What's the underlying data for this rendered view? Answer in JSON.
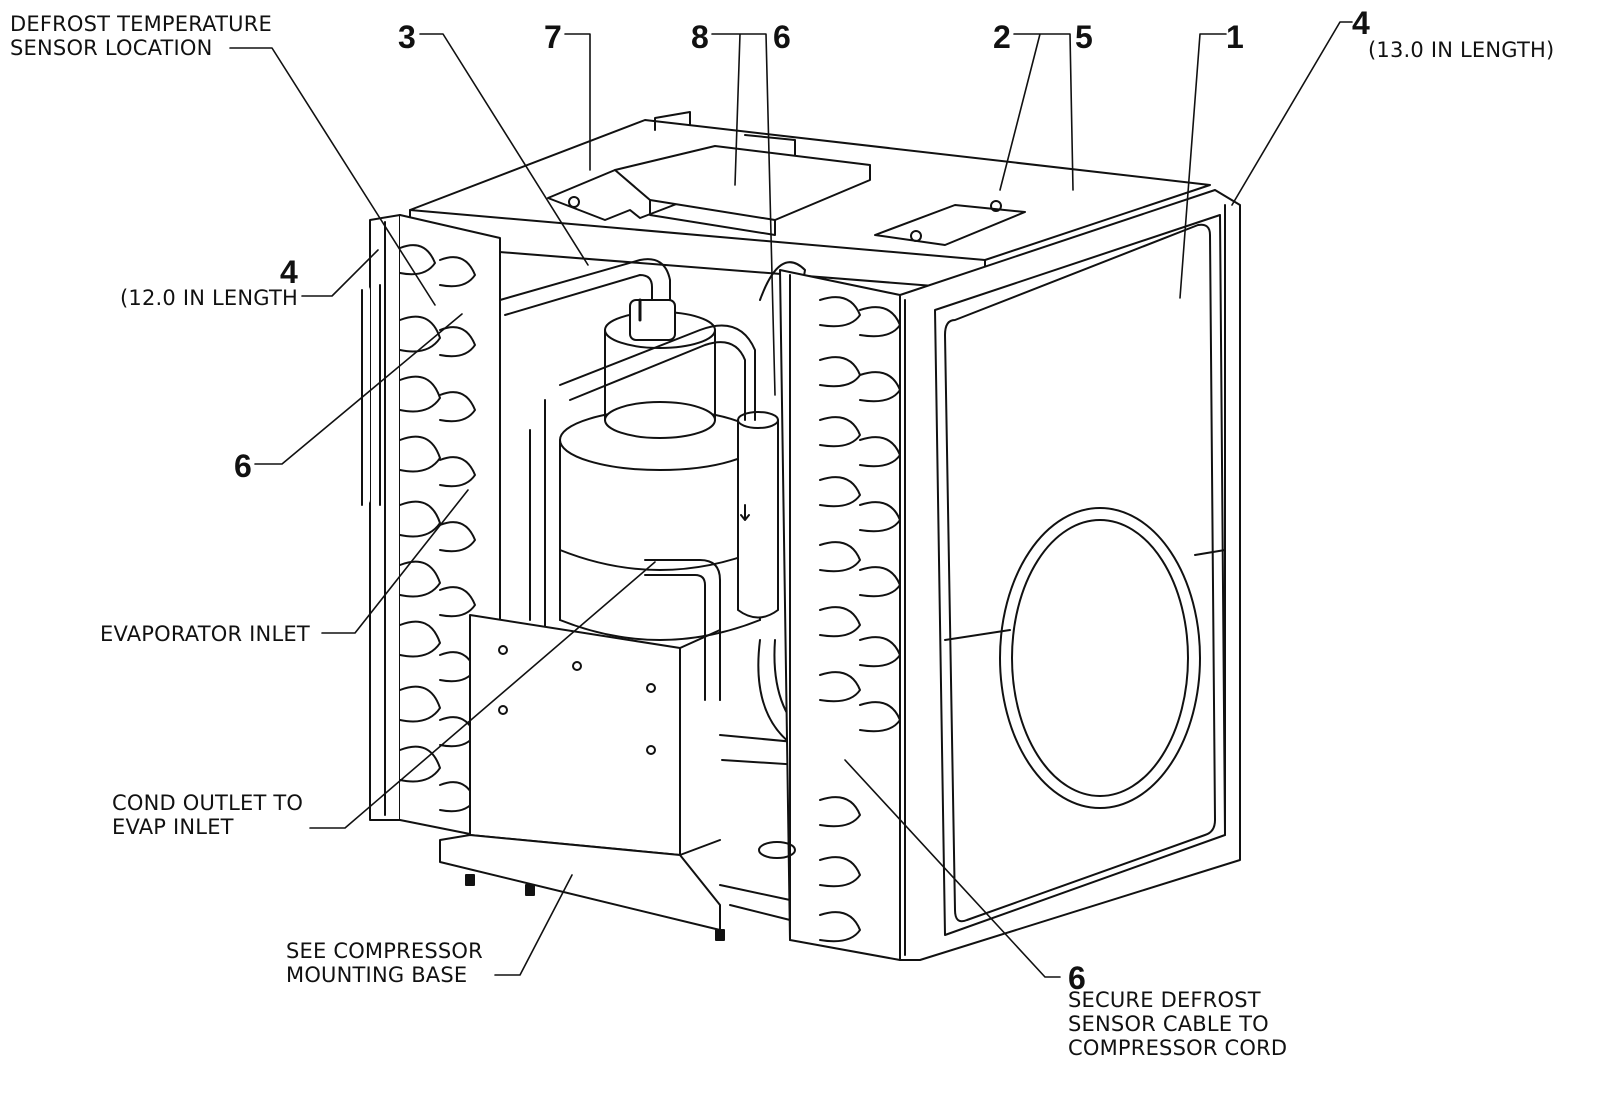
{
  "callouts": {
    "c1": "1",
    "c2": "2",
    "c3": "3",
    "c4_right": "4",
    "c4_left": "4",
    "c5": "5",
    "c6_top": "6",
    "c6_left": "6",
    "c6_bottom": "6",
    "c7": "7",
    "c8": "8"
  },
  "labels": {
    "defrost_sensor_location": [
      "DEFROST TEMPERATURE",
      "SENSOR LOCATION"
    ],
    "length_13": "(13.0 IN LENGTH)",
    "length_12": "(12.0 IN LENGTH",
    "evaporator_inlet": "EVAPORATOR INLET",
    "cond_outlet": [
      "COND OUTLET TO",
      "EVAP INLET"
    ],
    "compressor_base": [
      "SEE COMPRESSOR",
      "MOUNTING BASE"
    ],
    "secure_cable": [
      "SECURE DEFROST",
      "SENSOR CABLE TO",
      "COMPRESSOR CORD"
    ]
  }
}
